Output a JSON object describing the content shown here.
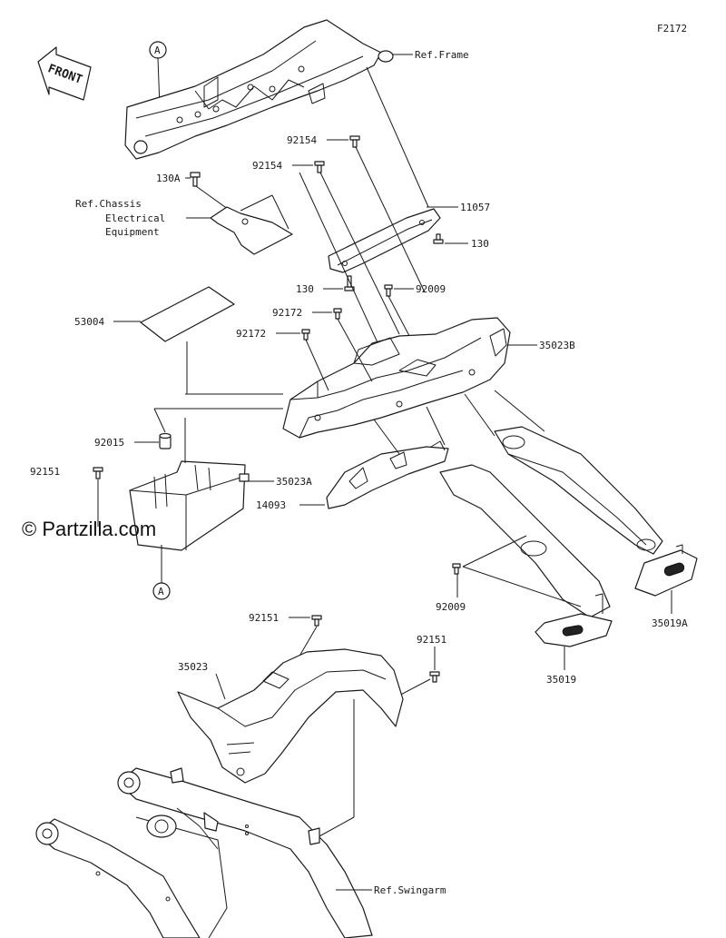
{
  "figure_code": "F2172",
  "watermark": "© Partzilla.com",
  "front_badge": "FRONT",
  "callouts": {
    "a_top": "A",
    "a_bottom": "A"
  },
  "labels": {
    "ref_frame": "Ref.Frame",
    "p92154_a": "92154",
    "p92154_b": "92154",
    "p130a": "130A",
    "ref_chassis_1": "Ref.Chassis",
    "ref_chassis_2": "Electrical",
    "ref_chassis_3": "Equipment",
    "p11057": "11057",
    "p130_r": "130",
    "p130_l": "130",
    "p92009_top": "92009",
    "p53004": "53004",
    "p92172_a": "92172",
    "p92172_b": "92172",
    "p35023b": "35023B",
    "p92015": "92015",
    "p92151_left": "92151",
    "p35023a": "35023A",
    "p14093": "14093",
    "p92009_bot": "92009",
    "p35019a": "35019A",
    "p92151_mid": "92151",
    "p92151_right": "92151",
    "p35023": "35023",
    "p35019": "35019",
    "ref_swingarm": "Ref.Swingarm"
  }
}
